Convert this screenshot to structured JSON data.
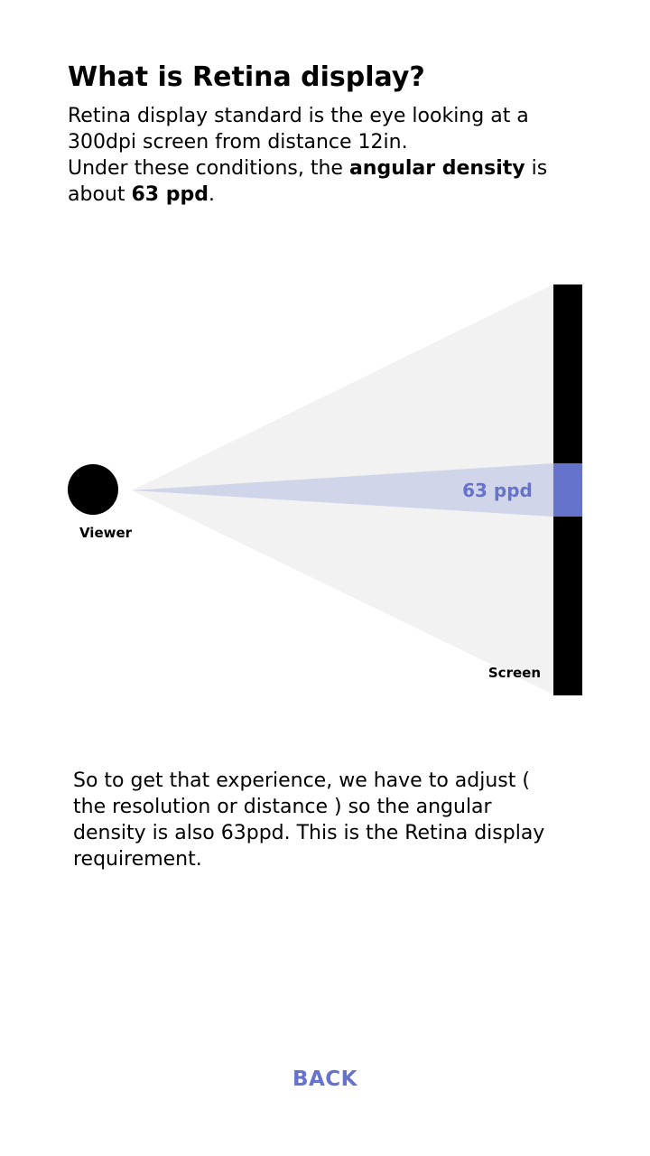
{
  "header": {
    "title": "What is Retina display?"
  },
  "intro": {
    "line1": "Retina display standard is the eye looking at a",
    "line2": "300dpi screen from distance 12in.",
    "line3_prefix": "Under these conditions, the ",
    "line3_bold": "angular density",
    "line3_suffix": " is",
    "line4_prefix": "about ",
    "line4_bold": "63 ppd",
    "line4_suffix": "."
  },
  "diagram": {
    "viewer_label": "Viewer",
    "screen_label": "Screen",
    "beam_label": "63 ppd",
    "colors": {
      "viewer": "#000000",
      "screen": "#000000",
      "field_of_view": "#f2f2f2",
      "beam": "#d1d5ea",
      "highlight": "#6573cd",
      "beam_label": "#6573cd"
    }
  },
  "outro": {
    "line1": "So to get that experience, we have to adjust (",
    "line2": "the resolution or distance ) so the angular",
    "line3": "density is also 63ppd. This is the Retina display",
    "line4": "requirement."
  },
  "footer": {
    "back_label": "BACK"
  }
}
